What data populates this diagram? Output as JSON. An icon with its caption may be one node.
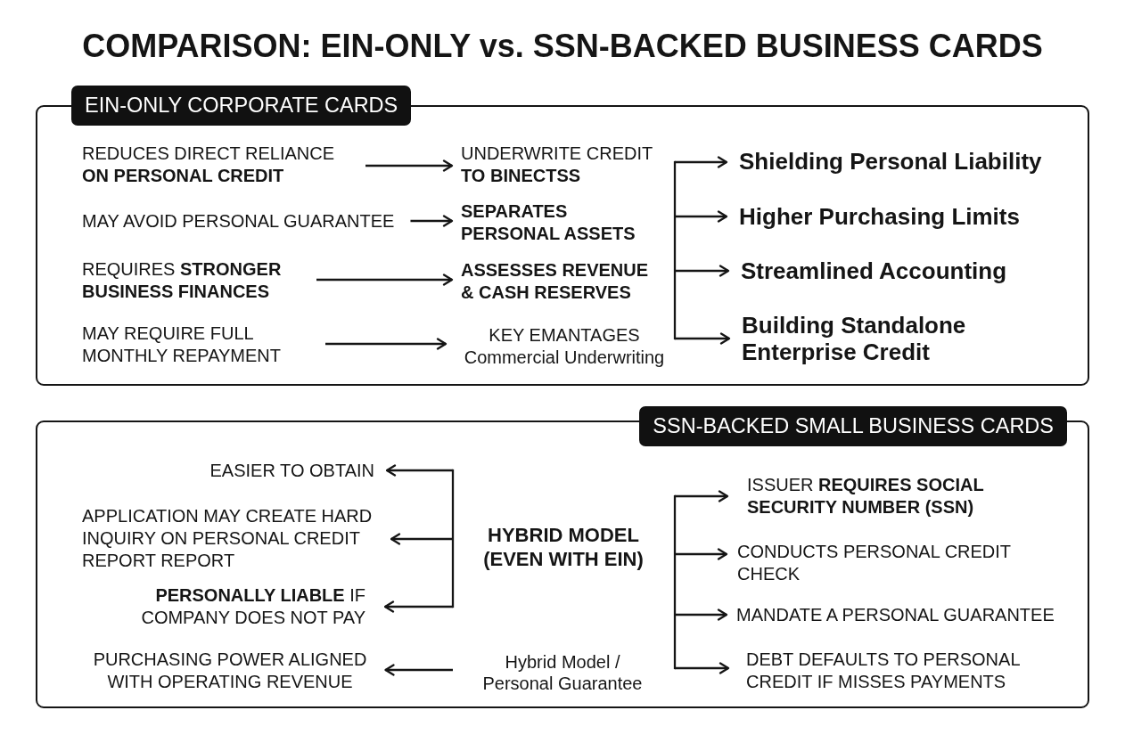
{
  "diagram": {
    "title": "COMPARISON: EIN-ONLY vs. SSN-BACKED BUSINESS CARDS",
    "nodes": [
      {
        "text": [
          "EIN-ONLY CORPORATE CARDS"
        ]
      },
      {
        "text": [
          "REDUCES DIRECT RELIANCE **ON PERSONAL CREDIT**"
        ],
        "in": 0
      },
      {
        "text": [
          "MAY AVOID PERSONAL GUARANTEE"
        ],
        "in": 0
      },
      {
        "text": [
          "REQUIRES **STRONGER BUSINESS FINANCES**"
        ],
        "in": 0
      },
      {
        "text": [
          "MAY REQUIRE FULL MONTHLY REPAYMENT"
        ],
        "in": 0
      },
      {
        "text": [
          "UNDERWRITE CREDIT **TO BINECTSS**"
        ],
        "in": 0
      },
      {
        "text": [
          "SEPARATES PERSONAL ASSETS"
        ],
        "in": 0
      },
      {
        "text": [
          "ASSESSES REVENUE & CASH RESERVES"
        ],
        "in": 0
      },
      {
        "text": [
          "KEY EMANTAGES",
          "Commercial Underwriting"
        ],
        "in": 0
      },
      {
        "text": [
          "Shielding Personal Liability"
        ],
        "in": 0
      },
      {
        "text": [
          "Higher Purchasing Limits"
        ],
        "in": 0
      },
      {
        "text": [
          "Streamlined Accounting"
        ],
        "in": 0
      },
      {
        "text": [
          "Building Standalone Enterprise Credit"
        ],
        "in": 0
      },
      {
        "text": [
          "SSN-BACKED SMALL BUSINESS CARDS"
        ]
      },
      {
        "text": [
          "EASIER TO OBTAIN"
        ],
        "in": 13
      },
      {
        "text": [
          "APPLICATION MAY CREATE HARD INQUIRY ON PERSONAL CREDIT REPORT REPORT"
        ],
        "in": 13
      },
      {
        "text": [
          "**PERSONALLY LIABLE** IF COMPANY DOES NOT PAY"
        ],
        "in": 13
      },
      {
        "text": [
          "PURCHASING POWER ALIGNED WITH OPERATING REVENUE"
        ],
        "in": 13
      },
      {
        "text": [
          "HYBRID MODEL (EVEN WITH EIN)"
        ],
        "in": 13
      },
      {
        "text": [
          "Hybrid Model / Personal Guarantee"
        ],
        "in": 13
      },
      {
        "text": [
          "ISSUER **REQUIRES SOCIAL SECURITY NUMBER (SSN)**"
        ],
        "in": 13
      },
      {
        "text": [
          "CONDUCTS PERSONAL CREDIT CHECK"
        ],
        "in": 13
      },
      {
        "text": [
          "MANDATE A PERSONAL GUARANTEE"
        ],
        "in": 13
      },
      {
        "text": [
          "DEBT DEFAULTS TO PERSONAL CREDIT IF MISSES PAYMENTS"
        ],
        "in": 13
      }
    ],
    "edges": [
      {
        "from": 1,
        "to": 5,
        "arrow": "to"
      },
      {
        "from": 2,
        "to": 6,
        "arrow": "to"
      },
      {
        "from": 3,
        "to": 7,
        "arrow": "to"
      },
      {
        "from": 4,
        "to": 8,
        "arrow": "to"
      },
      {
        "from": 5,
        "to": 9,
        "arrow": "to"
      },
      {
        "from": 6,
        "to": 10,
        "arrow": "to"
      },
      {
        "from": 7,
        "to": 11,
        "arrow": "to"
      },
      {
        "from": 8,
        "to": 12,
        "arrow": "to"
      },
      {
        "from": null,
        "to": 14,
        "arrow": "to"
      },
      {
        "from": null,
        "to": 15,
        "arrow": "to"
      },
      {
        "from": null,
        "to": 16,
        "arrow": "to"
      },
      {
        "from": 19,
        "to": 17,
        "arrow": "to"
      },
      {
        "from": null,
        "to": 20,
        "arrow": "to"
      },
      {
        "from": null,
        "to": 21,
        "arrow": "to"
      },
      {
        "from": null,
        "to": 22,
        "arrow": "to"
      },
      {
        "from": null,
        "to": 23,
        "arrow": "to"
      }
    ]
  }
}
